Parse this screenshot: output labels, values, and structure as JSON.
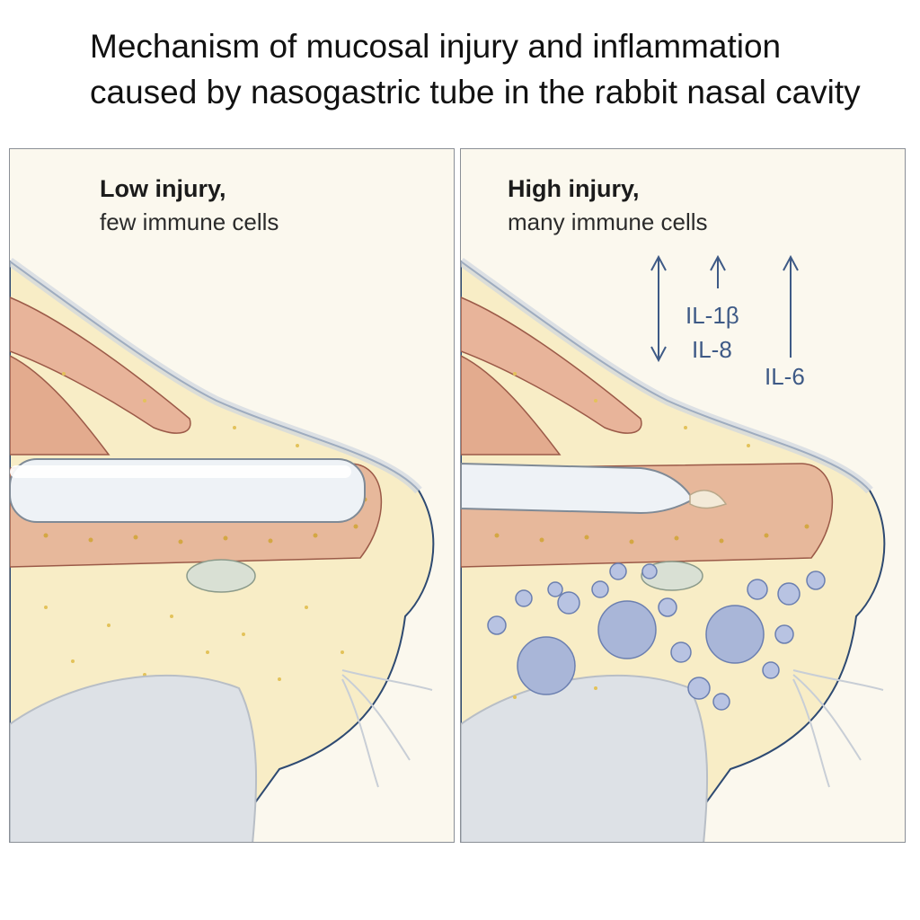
{
  "title": {
    "line1": "Mechanism of mucosal injury and inflammation",
    "line2": "caused by nasogastric tube in the rabbit nasal cavity"
  },
  "panels": {
    "left": {
      "heading": "Low injury,",
      "subheading": "few immune cells"
    },
    "right": {
      "heading": "High injury,",
      "subheading": "many immune cells",
      "cytokines": [
        "IL-1β",
        "IL-8",
        "IL-6"
      ]
    }
  },
  "colors": {
    "panel_background": "#fbf8ee",
    "skin_outline": "#2e4a72",
    "mucosa": "#e7b89b",
    "tube": "#eef2f6",
    "immune_cell": "#a9b6d8",
    "cytokine_text": "#3e5a86"
  }
}
